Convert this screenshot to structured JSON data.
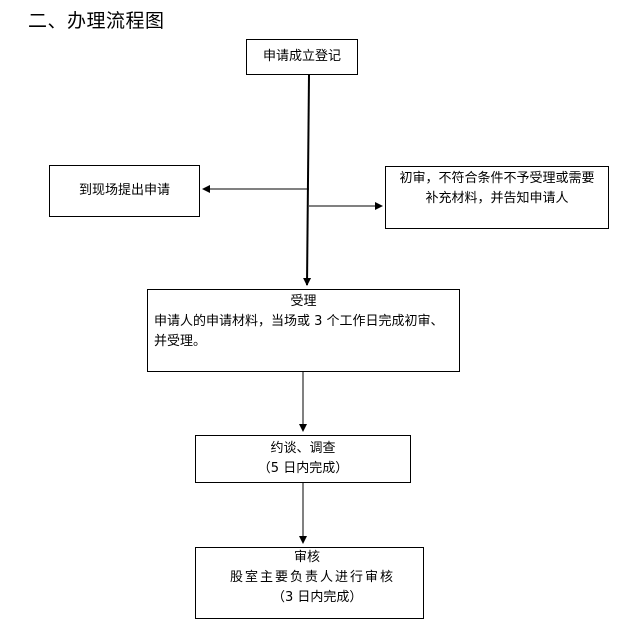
{
  "section_title": "二、办理流程图",
  "nodes": {
    "register": {
      "label": "申请成立登记"
    },
    "onsite": {
      "label": "到现场提出申请"
    },
    "initial_review": {
      "line1": "初审，不符合条件不予受理或需要",
      "line2": "补充材料，并告知申请人"
    },
    "acceptance": {
      "heading": "受理",
      "line1": "申请人的申请材料，当场或 3 个工作日完成初审、",
      "line2": "并受理。"
    },
    "interview": {
      "heading": "约谈、调查",
      "line1": "（5 日内完成）"
    },
    "review": {
      "heading": "审核",
      "line1": "股室主要负责人进行审核",
      "line2": "（3 日内完成）"
    }
  },
  "edges": [
    {
      "from": "register",
      "to": "acceptance"
    },
    {
      "from": "register",
      "to": "onsite"
    },
    {
      "from": "register",
      "to": "initial_review"
    },
    {
      "from": "acceptance",
      "to": "interview"
    },
    {
      "from": "interview",
      "to": "review"
    }
  ]
}
